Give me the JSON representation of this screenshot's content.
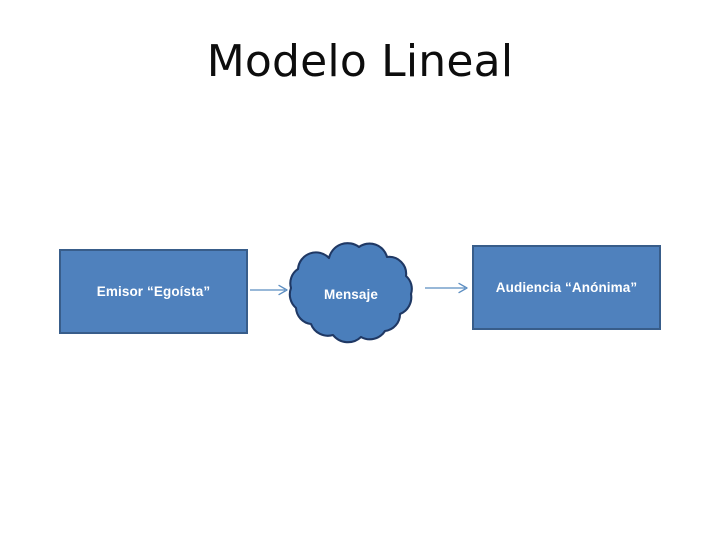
{
  "slide": {
    "title": "Modelo Lineal",
    "background_color": "#FFFFFF",
    "title_color": "#0D0D0D"
  },
  "theme": {
    "shape_fill": "#4F81BD",
    "shape_border": "#385D8A",
    "shape_text_color": "#FFFFFF",
    "connector_color": "#4F81BD"
  },
  "diagram": {
    "type": "linear-flow",
    "nodes": [
      {
        "id": "emisor",
        "shape": "rectangle",
        "label": "Emisor “Egoísta”"
      },
      {
        "id": "mensaje",
        "shape": "cloud",
        "label": "Mensaje"
      },
      {
        "id": "audiencia",
        "shape": "rectangle",
        "label": "Audiencia “Anónima”"
      }
    ],
    "connectors": [
      {
        "id": "arrow-emisor-mensaje",
        "from": "emisor",
        "to": "mensaje",
        "icon": "arrow-right-icon"
      },
      {
        "id": "arrow-mensaje-audiencia",
        "from": "mensaje",
        "to": "audiencia",
        "icon": "arrow-right-icon"
      }
    ]
  }
}
